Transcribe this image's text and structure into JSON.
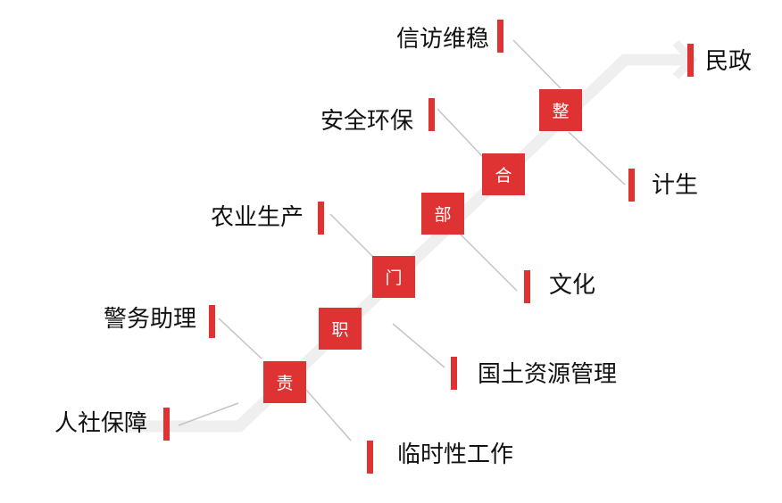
{
  "center_chars": [
    "整",
    "合",
    "部",
    "门",
    "职",
    "责"
  ],
  "labels": {
    "xinfang": "信访维稳",
    "minzheng": "民政",
    "anquan": "安全环保",
    "jisheng": "计生",
    "nongye": "农业生产",
    "wenhua": "文化",
    "jingwu": "警务助理",
    "guotu": "国土资源管理",
    "renshe": "人社保障",
    "linshi": "临时性工作"
  },
  "colors": {
    "accent": "#df3232",
    "path": "#efefef",
    "connector": "#c4c4c4"
  }
}
